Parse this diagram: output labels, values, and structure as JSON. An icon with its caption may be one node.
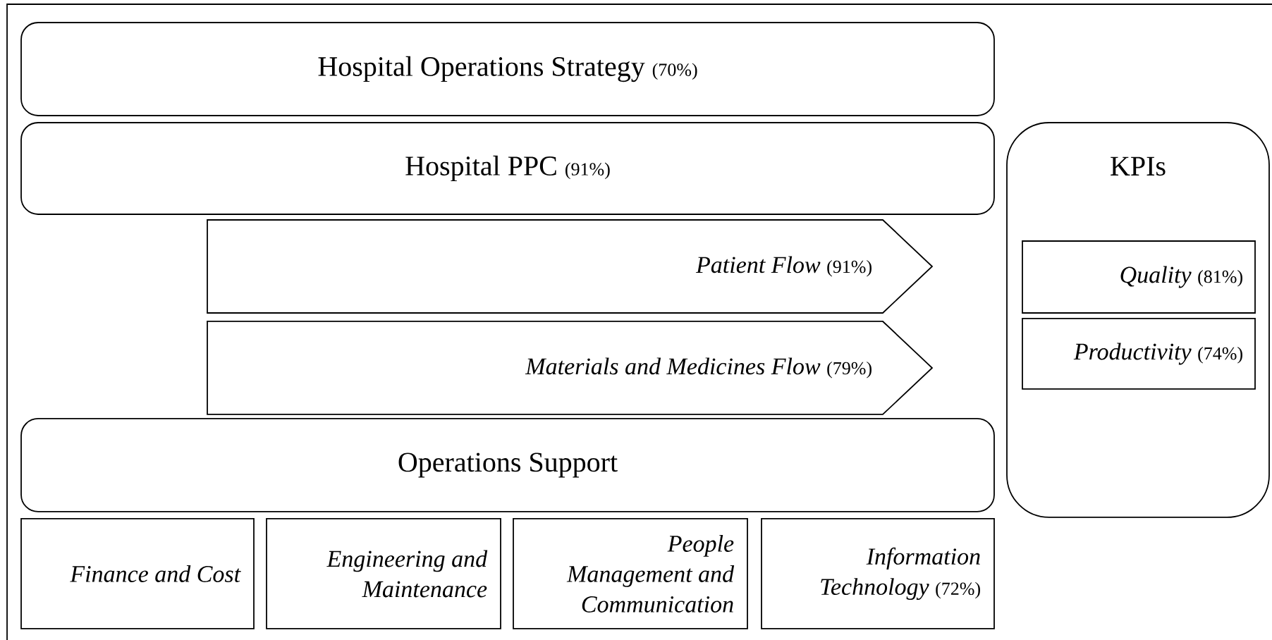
{
  "diagram": {
    "nodes": [
      {
        "text": [
          "Hospital Operations Strategy",
          "(70%)"
        ]
      },
      {
        "text": [
          "Hospital PPC",
          "(91%)"
        ]
      },
      {
        "text": [
          "Patient Flow",
          "(91%)"
        ]
      },
      {
        "text": [
          "Materials and Medicines Flow",
          "(79%)"
        ]
      },
      {
        "text": [
          "Operations Support"
        ]
      },
      {
        "text": [
          "Finance and Cost"
        ]
      },
      {
        "text": [
          "Engineering and Maintenance"
        ]
      },
      {
        "text": [
          "People Management and Communication"
        ]
      },
      {
        "text": [
          "Information Technology",
          "(72%)"
        ]
      },
      {
        "text": [
          "KPIs"
        ]
      },
      {
        "text": [
          "Quality",
          "(81%)"
        ],
        "in": 9
      },
      {
        "text": [
          "Productivity",
          "(74%)"
        ],
        "in": 9
      }
    ]
  }
}
